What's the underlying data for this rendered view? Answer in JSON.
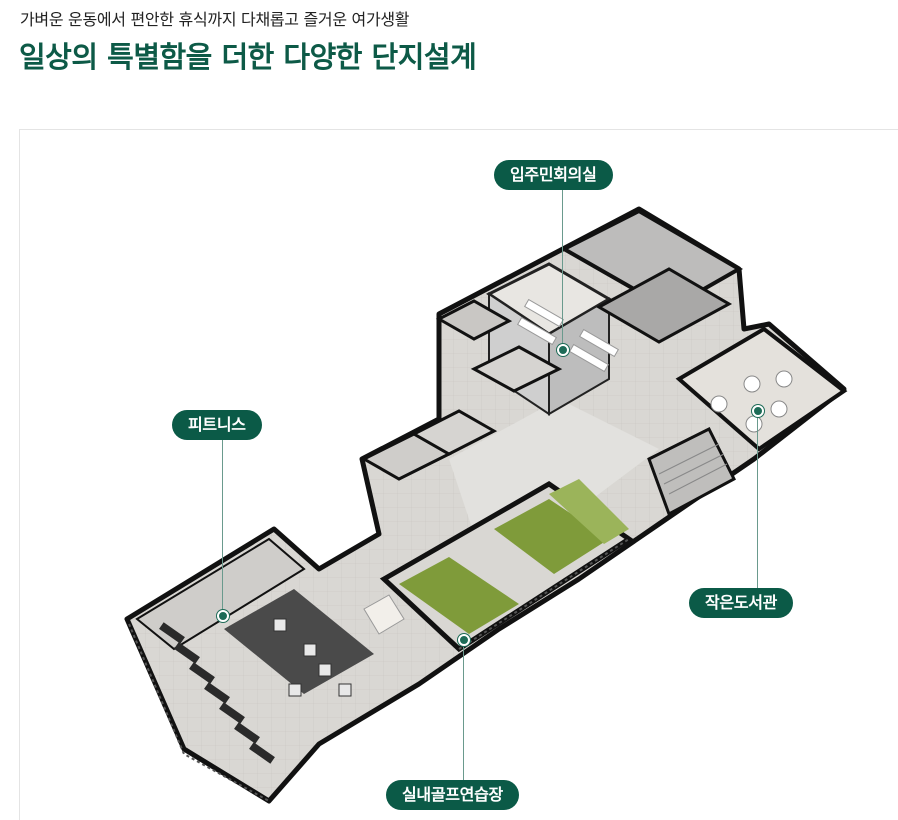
{
  "header": {
    "subtitle": "가벼운 운동에서 편안한 휴식까지 다채롭고 즐거운 여가생활",
    "title": "일상의 특별함을 더한 다양한 단지설계"
  },
  "labels": {
    "resident_hall": "입주민회의실",
    "fitness": "피트니스",
    "library": "작은도서관",
    "golf": "실내골프연습장"
  },
  "colors": {
    "brand": "#0b5a47",
    "wall": "#1a1a1a",
    "floor": "#dcdcdc",
    "golf_green": "#7f9b3a",
    "gym_mat": "#4a4a4a"
  }
}
